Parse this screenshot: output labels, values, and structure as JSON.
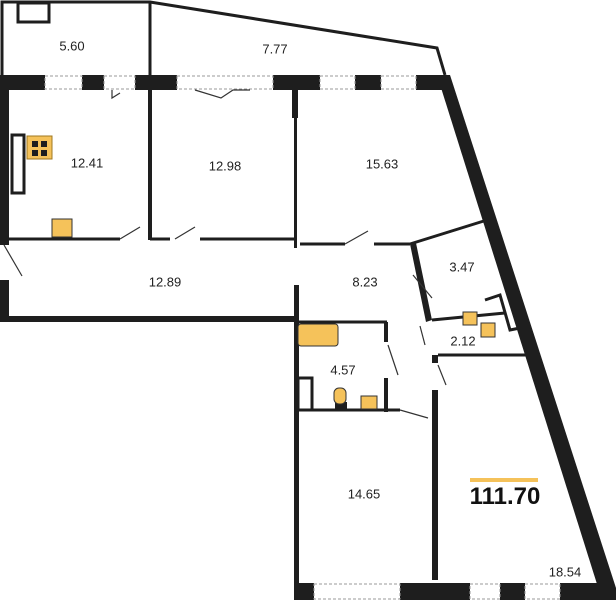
{
  "rooms": [
    {
      "id": "balcony-left",
      "area": "5.60"
    },
    {
      "id": "balcony-right",
      "area": "7.77"
    },
    {
      "id": "kitchen",
      "area": "12.41"
    },
    {
      "id": "bedroom-1",
      "area": "12.98"
    },
    {
      "id": "bedroom-2",
      "area": "15.63"
    },
    {
      "id": "hallway",
      "area": "12.89"
    },
    {
      "id": "corridor",
      "area": "8.23"
    },
    {
      "id": "storage",
      "area": "3.47"
    },
    {
      "id": "wc",
      "area": "2.12"
    },
    {
      "id": "bathroom",
      "area": "4.57"
    },
    {
      "id": "bedroom-3",
      "area": "14.65"
    },
    {
      "id": "living-room",
      "area": "18.54"
    }
  ],
  "total_area": "111.70",
  "colors": {
    "wall": "#1e1e1e",
    "fixture": "#f5c25a",
    "accent": "#f5c25a"
  }
}
